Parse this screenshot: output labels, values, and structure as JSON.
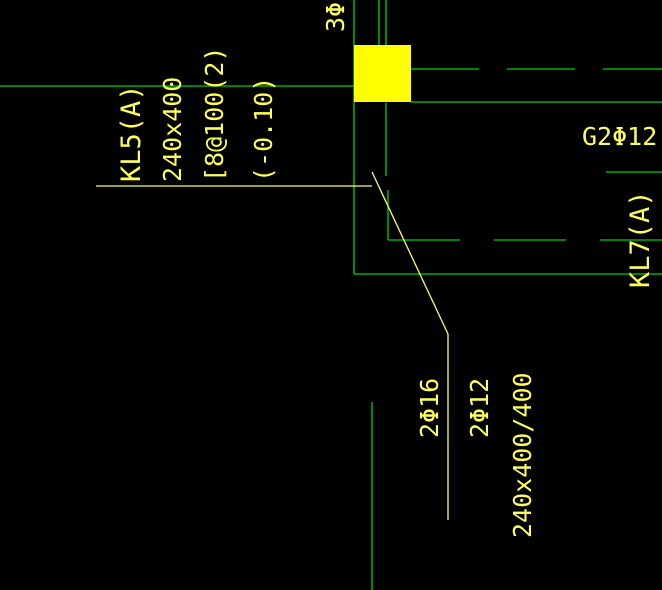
{
  "colors": {
    "background": "#000000",
    "beam_line": "#00d400",
    "annotation_line": "#ffff5a",
    "text": "#ffff5a",
    "column_fill": "#ffff00"
  },
  "labels": {
    "top_rebar": "3Φ",
    "kl5_name": "KL5(A)",
    "kl5_size": "240x400",
    "kl5_stirrup": "[8@100(2)",
    "kl5_elevation": "(-0.10)",
    "g2_rebar": "G2Φ12",
    "kl7_name": "KL7(A)",
    "beam_top_rebar": "2Φ16",
    "beam_bottom_rebar": "2Φ12",
    "beam_size": "240x400/400"
  }
}
